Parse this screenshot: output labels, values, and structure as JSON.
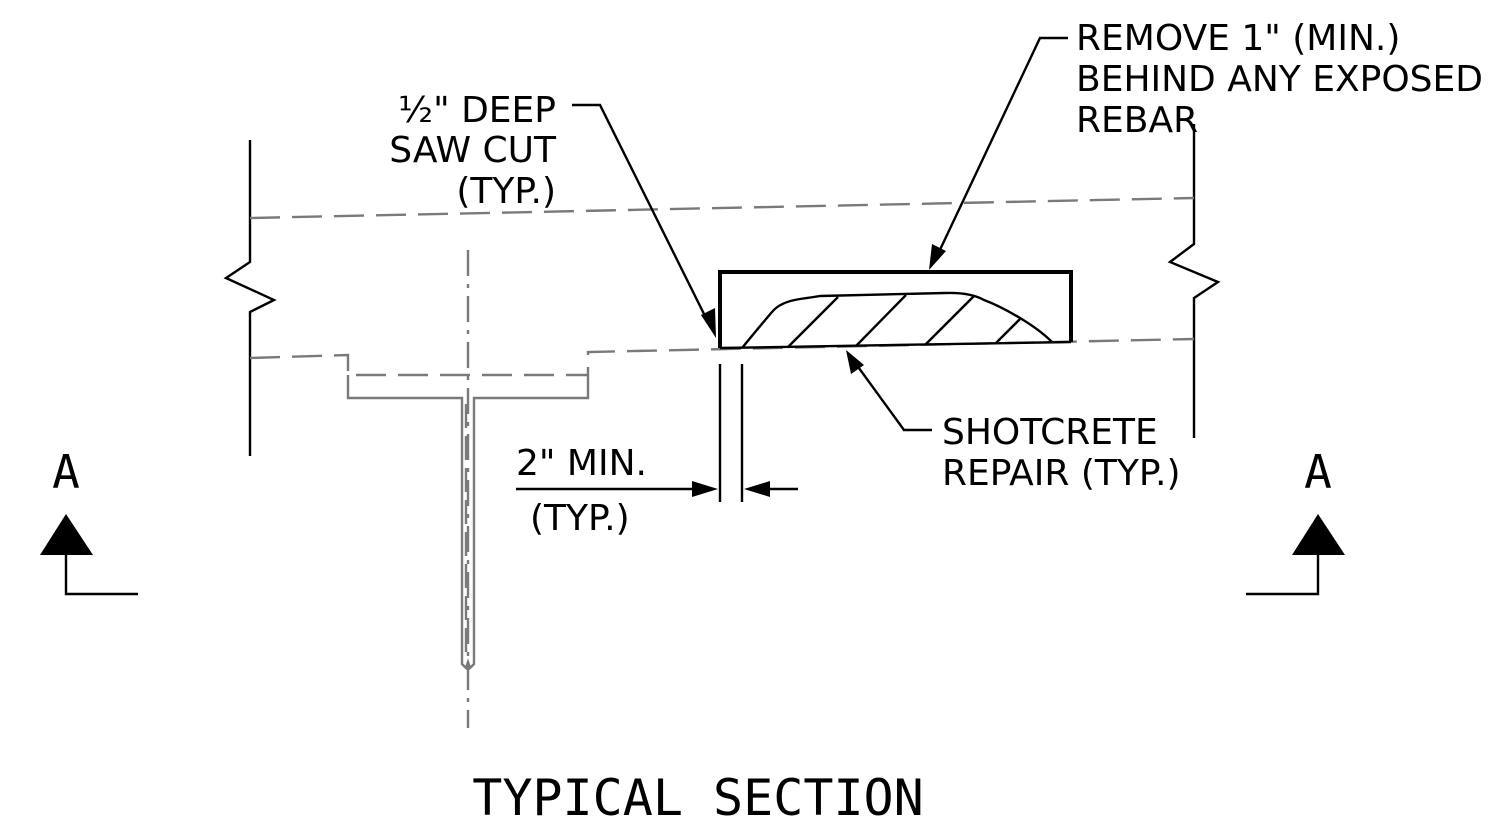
{
  "labels": {
    "remove": [
      "REMOVE 1\" (MIN.)",
      "BEHIND ANY EXPOSED",
      "REBAR"
    ],
    "saw_cut": [
      "½\" DEEP",
      "SAW CUT",
      "(TYP.)"
    ],
    "shotcrete": [
      "SHOTCRETE",
      "REPAIR (TYP.)"
    ],
    "min_dim": [
      "2\" MIN.",
      "(TYP.)"
    ],
    "section_mark_left": "A",
    "section_mark_right": "A",
    "title": "TYPICAL SECTION"
  },
  "colors": {
    "line": "#000000",
    "hidden": "#7a7a7a"
  }
}
